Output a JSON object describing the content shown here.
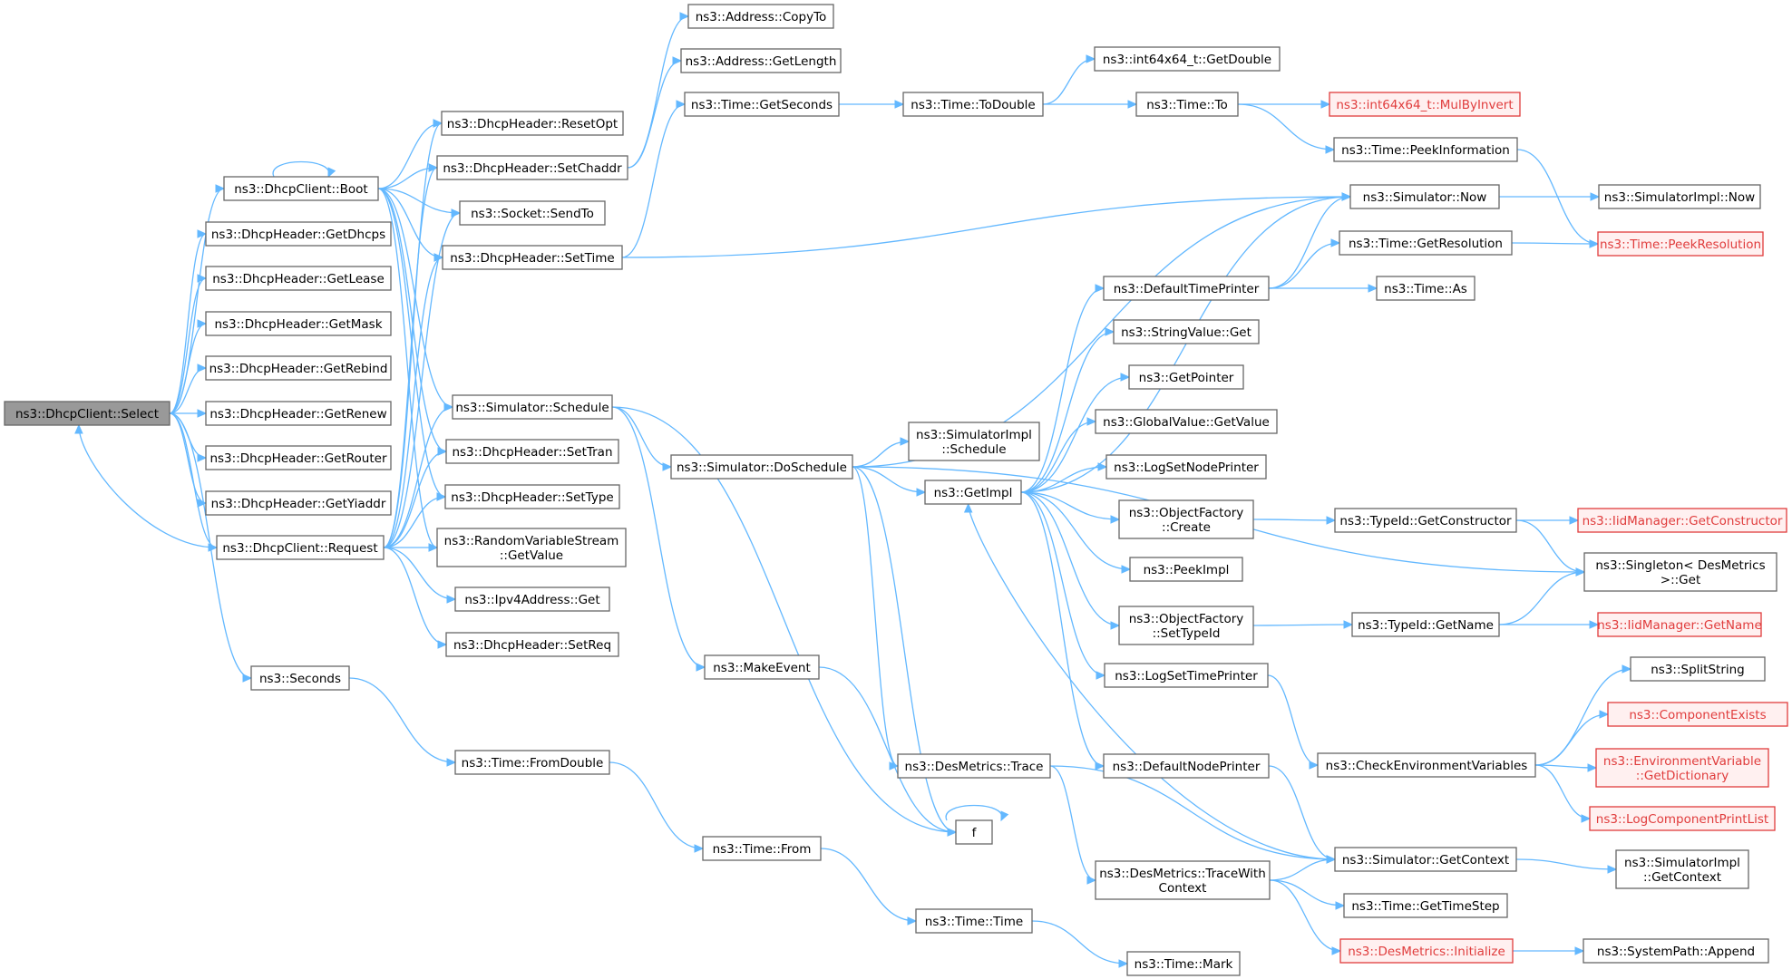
{
  "nodes": [
    {
      "id": "select",
      "label": [
        "ns3::DhcpClient::Select"
      ],
      "style": "root"
    },
    {
      "id": "boot",
      "label": [
        "ns3::DhcpClient::Boot"
      ]
    },
    {
      "id": "getdhcps",
      "label": [
        "ns3::DhcpHeader::GetDhcps"
      ]
    },
    {
      "id": "getlease",
      "label": [
        "ns3::DhcpHeader::GetLease"
      ]
    },
    {
      "id": "getmask",
      "label": [
        "ns3::DhcpHeader::GetMask"
      ]
    },
    {
      "id": "getrebind",
      "label": [
        "ns3::DhcpHeader::GetRebind"
      ]
    },
    {
      "id": "getrenew",
      "label": [
        "ns3::DhcpHeader::GetRenew"
      ]
    },
    {
      "id": "getrouter",
      "label": [
        "ns3::DhcpHeader::GetRouter"
      ]
    },
    {
      "id": "getyiaddr",
      "label": [
        "ns3::DhcpHeader::GetYiaddr"
      ]
    },
    {
      "id": "request",
      "label": [
        "ns3::DhcpClient::Request"
      ]
    },
    {
      "id": "seconds",
      "label": [
        "ns3::Seconds"
      ]
    },
    {
      "id": "resetopt",
      "label": [
        "ns3::DhcpHeader::ResetOpt"
      ]
    },
    {
      "id": "setchaddr",
      "label": [
        "ns3::DhcpHeader::SetChaddr"
      ]
    },
    {
      "id": "sendto",
      "label": [
        "ns3::Socket::SendTo"
      ]
    },
    {
      "id": "settime",
      "label": [
        "ns3::DhcpHeader::SetTime"
      ]
    },
    {
      "id": "schedule",
      "label": [
        "ns3::Simulator::Schedule"
      ]
    },
    {
      "id": "settran",
      "label": [
        "ns3::DhcpHeader::SetTran"
      ]
    },
    {
      "id": "settype",
      "label": [
        "ns3::DhcpHeader::SetType"
      ]
    },
    {
      "id": "rvsgetvalue",
      "label": [
        "ns3::RandomVariableStream",
        "::GetValue"
      ]
    },
    {
      "id": "ipv4get",
      "label": [
        "ns3::Ipv4Address::Get"
      ]
    },
    {
      "id": "setreq",
      "label": [
        "ns3::DhcpHeader::SetReq"
      ]
    },
    {
      "id": "fromdouble",
      "label": [
        "ns3::Time::FromDouble"
      ]
    },
    {
      "id": "timefrom",
      "label": [
        "ns3::Time::From"
      ]
    },
    {
      "id": "timetime",
      "label": [
        "ns3::Time::Time"
      ]
    },
    {
      "id": "timemark",
      "label": [
        "ns3::Time::Mark"
      ]
    },
    {
      "id": "copyto",
      "label": [
        "ns3::Address::CopyTo"
      ]
    },
    {
      "id": "getlength",
      "label": [
        "ns3::Address::GetLength"
      ]
    },
    {
      "id": "getseconds",
      "label": [
        "ns3::Time::GetSeconds"
      ]
    },
    {
      "id": "todouble",
      "label": [
        "ns3::Time::ToDouble"
      ]
    },
    {
      "id": "int64getdouble",
      "label": [
        "ns3::int64x64_t::GetDouble"
      ]
    },
    {
      "id": "timeto",
      "label": [
        "ns3::Time::To"
      ]
    },
    {
      "id": "mulbyinvert",
      "label": [
        "ns3::int64x64_t::MulByInvert"
      ],
      "style": "red"
    },
    {
      "id": "peekinformation",
      "label": [
        "ns3::Time::PeekInformation"
      ]
    },
    {
      "id": "simnow",
      "label": [
        "ns3::Simulator::Now"
      ]
    },
    {
      "id": "simimplnow",
      "label": [
        "ns3::SimulatorImpl::Now"
      ]
    },
    {
      "id": "getresolution",
      "label": [
        "ns3::Time::GetResolution"
      ]
    },
    {
      "id": "peekresolution",
      "label": [
        "ns3::Time::PeekResolution"
      ],
      "style": "red"
    },
    {
      "id": "defaulttimeprinter",
      "label": [
        "ns3::DefaultTimePrinter"
      ]
    },
    {
      "id": "timeas",
      "label": [
        "ns3::Time::As"
      ]
    },
    {
      "id": "stringvalueget",
      "label": [
        "ns3::StringValue::Get"
      ]
    },
    {
      "id": "getpointer",
      "label": [
        "ns3::GetPointer"
      ]
    },
    {
      "id": "globalvalueget",
      "label": [
        "ns3::GlobalValue::GetValue"
      ]
    },
    {
      "id": "logsetnodeprinter",
      "label": [
        "ns3::LogSetNodePrinter"
      ]
    },
    {
      "id": "simimplschedule",
      "label": [
        "ns3::SimulatorImpl",
        "::Schedule"
      ]
    },
    {
      "id": "doschedule",
      "label": [
        "ns3::Simulator::DoSchedule"
      ]
    },
    {
      "id": "getimpl",
      "label": [
        "ns3::GetImpl"
      ]
    },
    {
      "id": "objfactorycreate",
      "label": [
        "ns3::ObjectFactory",
        "::Create"
      ]
    },
    {
      "id": "getconstructor",
      "label": [
        "ns3::TypeId::GetConstructor"
      ]
    },
    {
      "id": "iidgetconstructor",
      "label": [
        "ns3::IidManager::GetConstructor"
      ],
      "style": "red"
    },
    {
      "id": "singletonget",
      "label": [
        "ns3::Singleton< DesMetrics",
        " >::Get"
      ]
    },
    {
      "id": "peekimpl",
      "label": [
        "ns3::PeekImpl"
      ]
    },
    {
      "id": "objfactorysettypeid",
      "label": [
        "ns3::ObjectFactory",
        "::SetTypeId"
      ]
    },
    {
      "id": "typeidgetname",
      "label": [
        "ns3::TypeId::GetName"
      ]
    },
    {
      "id": "iidgetname",
      "label": [
        "ns3::IidManager::GetName"
      ],
      "style": "red"
    },
    {
      "id": "makeevent",
      "label": [
        "ns3::MakeEvent"
      ]
    },
    {
      "id": "logsettimeprinter",
      "label": [
        "ns3::LogSetTimePrinter"
      ]
    },
    {
      "id": "splitstring",
      "label": [
        "ns3::SplitString"
      ]
    },
    {
      "id": "componentexists",
      "label": [
        "ns3::ComponentExists"
      ],
      "style": "red"
    },
    {
      "id": "checkenv",
      "label": [
        "ns3::CheckEnvironmentVariables"
      ]
    },
    {
      "id": "envgetdict",
      "label": [
        "ns3::EnvironmentVariable",
        "::GetDictionary"
      ],
      "style": "red"
    },
    {
      "id": "logcomponentprintlist",
      "label": [
        "ns3::LogComponentPrintList"
      ],
      "style": "red"
    },
    {
      "id": "desmetricstrace",
      "label": [
        "ns3::DesMetrics::Trace"
      ]
    },
    {
      "id": "defaultnodeprinter",
      "label": [
        "ns3::DefaultNodePrinter"
      ]
    },
    {
      "id": "f",
      "label": [
        "f"
      ]
    },
    {
      "id": "simgetcontext",
      "label": [
        "ns3::Simulator::GetContext"
      ]
    },
    {
      "id": "simimplgetcontext",
      "label": [
        "ns3::SimulatorImpl",
        "::GetContext"
      ]
    },
    {
      "id": "tracewithcontext",
      "label": [
        "ns3::DesMetrics::TraceWith",
        "Context"
      ]
    },
    {
      "id": "gettimestep",
      "label": [
        "ns3::Time::GetTimeStep"
      ]
    },
    {
      "id": "desmetricsinit",
      "label": [
        "ns3::DesMetrics::Initialize"
      ],
      "style": "red"
    },
    {
      "id": "systempathappend",
      "label": [
        "ns3::SystemPath::Append"
      ]
    }
  ],
  "edges": [
    [
      "select",
      "boot"
    ],
    [
      "select",
      "getdhcps"
    ],
    [
      "select",
      "getlease"
    ],
    [
      "select",
      "getmask"
    ],
    [
      "select",
      "getrebind"
    ],
    [
      "select",
      "getrenew"
    ],
    [
      "select",
      "getrouter"
    ],
    [
      "select",
      "getyiaddr"
    ],
    [
      "select",
      "request"
    ],
    [
      "select",
      "seconds"
    ],
    [
      "boot",
      "boot"
    ],
    [
      "boot",
      "resetopt"
    ],
    [
      "boot",
      "setchaddr"
    ],
    [
      "boot",
      "sendto"
    ],
    [
      "boot",
      "settime"
    ],
    [
      "boot",
      "schedule"
    ],
    [
      "boot",
      "settran"
    ],
    [
      "boot",
      "settype"
    ],
    [
      "boot",
      "rvsgetvalue"
    ],
    [
      "request",
      "select"
    ],
    [
      "request",
      "resetopt"
    ],
    [
      "request",
      "setchaddr"
    ],
    [
      "request",
      "sendto"
    ],
    [
      "request",
      "settime"
    ],
    [
      "request",
      "schedule"
    ],
    [
      "request",
      "settran"
    ],
    [
      "request",
      "settype"
    ],
    [
      "request",
      "rvsgetvalue"
    ],
    [
      "request",
      "ipv4get"
    ],
    [
      "request",
      "setreq"
    ],
    [
      "setchaddr",
      "copyto"
    ],
    [
      "setchaddr",
      "getlength"
    ],
    [
      "settime",
      "getseconds"
    ],
    [
      "settime",
      "simnow"
    ],
    [
      "getseconds",
      "todouble"
    ],
    [
      "todouble",
      "int64getdouble"
    ],
    [
      "todouble",
      "timeto"
    ],
    [
      "timeto",
      "mulbyinvert"
    ],
    [
      "timeto",
      "peekinformation"
    ],
    [
      "peekinformation",
      "peekresolution"
    ],
    [
      "simnow",
      "simimplnow"
    ],
    [
      "schedule",
      "doschedule"
    ],
    [
      "schedule",
      "makeevent"
    ],
    [
      "schedule",
      "f"
    ],
    [
      "doschedule",
      "simimplschedule"
    ],
    [
      "doschedule",
      "getimpl"
    ],
    [
      "doschedule",
      "simnow"
    ],
    [
      "doschedule",
      "singletonget"
    ],
    [
      "doschedule",
      "desmetricstrace"
    ],
    [
      "doschedule",
      "f"
    ],
    [
      "getimpl",
      "simnow"
    ],
    [
      "getimpl",
      "defaulttimeprinter"
    ],
    [
      "getimpl",
      "stringvalueget"
    ],
    [
      "getimpl",
      "getpointer"
    ],
    [
      "getimpl",
      "globalvalueget"
    ],
    [
      "getimpl",
      "logsetnodeprinter"
    ],
    [
      "getimpl",
      "objfactorycreate"
    ],
    [
      "getimpl",
      "peekimpl"
    ],
    [
      "getimpl",
      "objfactorysettypeid"
    ],
    [
      "getimpl",
      "logsettimeprinter"
    ],
    [
      "getimpl",
      "defaultnodeprinter"
    ],
    [
      "defaulttimeprinter",
      "simnow"
    ],
    [
      "defaulttimeprinter",
      "getresolution"
    ],
    [
      "defaulttimeprinter",
      "timeas"
    ],
    [
      "getresolution",
      "peekresolution"
    ],
    [
      "objfactorycreate",
      "getconstructor"
    ],
    [
      "getconstructor",
      "iidgetconstructor"
    ],
    [
      "getconstructor",
      "singletonget"
    ],
    [
      "objfactorysettypeid",
      "typeidgetname"
    ],
    [
      "typeidgetname",
      "iidgetname"
    ],
    [
      "typeidgetname",
      "singletonget"
    ],
    [
      "logsettimeprinter",
      "checkenv"
    ],
    [
      "checkenv",
      "splitstring"
    ],
    [
      "checkenv",
      "componentexists"
    ],
    [
      "checkenv",
      "envgetdict"
    ],
    [
      "checkenv",
      "logcomponentprintlist"
    ],
    [
      "defaultnodeprinter",
      "simgetcontext"
    ],
    [
      "simgetcontext",
      "getimpl"
    ],
    [
      "simgetcontext",
      "simimplgetcontext"
    ],
    [
      "makeevent",
      "f"
    ],
    [
      "f",
      "f"
    ],
    [
      "desmetricstrace",
      "simgetcontext"
    ],
    [
      "desmetricstrace",
      "tracewithcontext"
    ],
    [
      "tracewithcontext",
      "simgetcontext"
    ],
    [
      "tracewithcontext",
      "gettimestep"
    ],
    [
      "tracewithcontext",
      "desmetricsinit"
    ],
    [
      "desmetricsinit",
      "systempathappend"
    ],
    [
      "seconds",
      "fromdouble"
    ],
    [
      "fromdouble",
      "timefrom"
    ],
    [
      "timefrom",
      "timetime"
    ],
    [
      "timetime",
      "timemark"
    ]
  ]
}
